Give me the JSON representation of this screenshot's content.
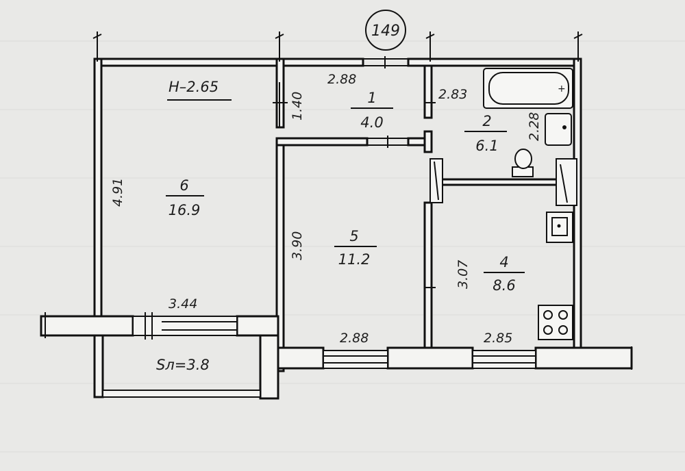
{
  "plan": {
    "apartment_number": "149",
    "ceiling_height": "H–2.65",
    "balcony_area": "Sл=3.8"
  },
  "rooms": [
    {
      "number": "1",
      "area": "4.0"
    },
    {
      "number": "2",
      "area": "6.1"
    },
    {
      "number": "4",
      "area": "8.6"
    },
    {
      "number": "5",
      "area": "11.2"
    },
    {
      "number": "6",
      "area": "16.9"
    }
  ],
  "dimensions": {
    "room1_width": "2.88",
    "room1_height": "1.40",
    "room2_width": "2.83",
    "room2_height": "2.28",
    "room4_width": "2.85",
    "room4_height": "3.07",
    "room5_width": "2.88",
    "room5_height": "3.90",
    "room6_width": "3.44",
    "room6_height": "4.91"
  },
  "fixtures": [
    "bathtub-icon",
    "sink-icon",
    "toilet-icon",
    "kitchen-sink-icon",
    "stove-icon"
  ]
}
